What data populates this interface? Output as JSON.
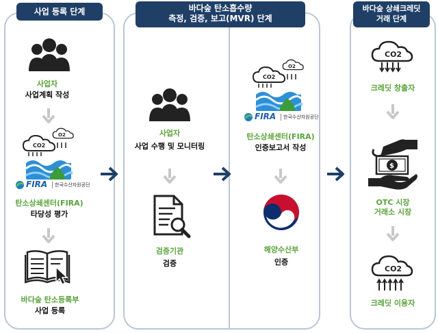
{
  "stage1": {
    "title": "사업 등록 단계",
    "step1": {
      "role": "사업자",
      "desc": "사업계획 작성"
    },
    "step2": {
      "role": "탄소상쇄센터(FIRA)",
      "desc": "타당성 평가"
    },
    "step3": {
      "role": "바다숲 탄소등록부",
      "desc": "사업 등록"
    }
  },
  "stage2": {
    "title_line1": "바다숲 탄소흡수량",
    "title_line2": "측정, 검증, 보고(MVR) 단계",
    "step1": {
      "role": "사업자",
      "desc": "사업 수행 및 모니터링"
    },
    "step2": {
      "role": "검증기관",
      "desc": "검증"
    },
    "step3": {
      "role": "탄소상쇄센터(FIRA)",
      "desc": "인증보고서 작성"
    },
    "step4": {
      "role": "해양수산부",
      "desc": "인증"
    }
  },
  "stage3": {
    "title_line1": "바다숲 상쇄크레딧",
    "title_line2": "거래 단계",
    "step1": {
      "role": "크레딧 창출자"
    },
    "step2": {
      "role_line1": "OTC 시장",
      "role_line2": "거래소 시장"
    },
    "step3": {
      "role": "크레딧 이용자"
    }
  },
  "fira_logo": {
    "mark": "FIRA",
    "org": "한국수산자원공단"
  },
  "co2_label": "CO2",
  "o2_label": "O2",
  "money_symbol": "$",
  "colors": {
    "badge": "#1f3f66",
    "role_green": "#5aa33a",
    "panel_border": "#b9c6d3",
    "arrow_navy": "#1f3f66",
    "arrow_gray": "#c8c8c8"
  }
}
